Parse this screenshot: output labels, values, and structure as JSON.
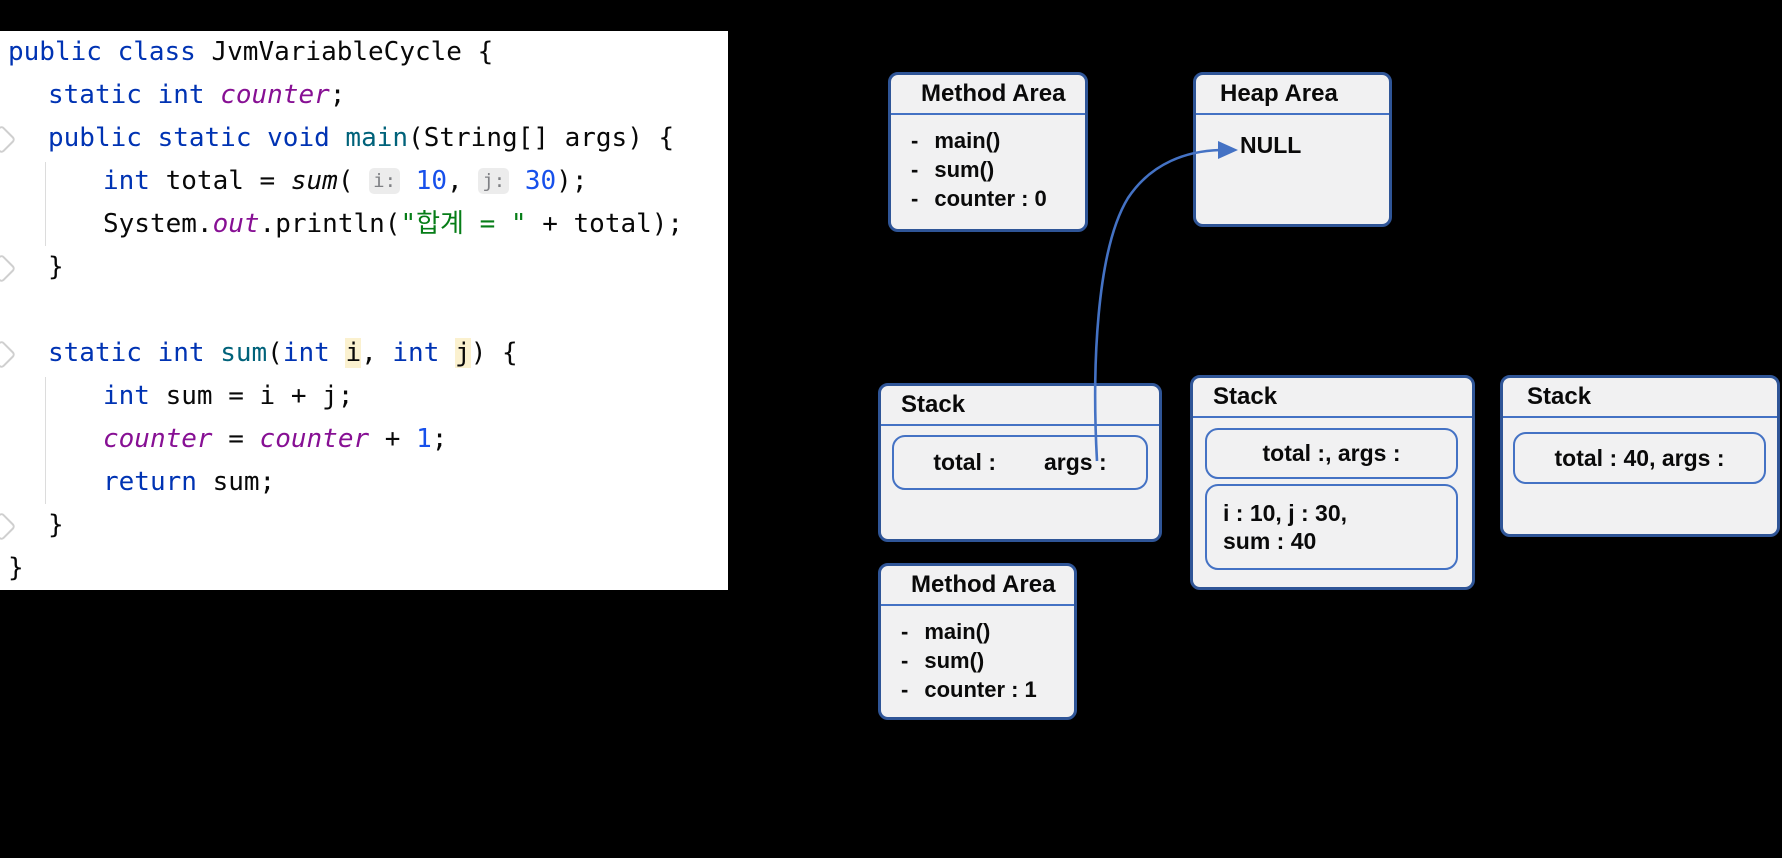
{
  "editor": {
    "lines": [
      {
        "indent": 0,
        "tokens": [
          [
            "kw",
            "public class "
          ],
          [
            "plain",
            "JvmVariableCycle {"
          ]
        ]
      },
      {
        "indent": 1,
        "tokens": [
          [
            "kw",
            "static int "
          ],
          [
            "field",
            "counter"
          ],
          [
            "plain",
            ";"
          ]
        ]
      },
      {
        "indent": 1,
        "tokens": [
          [
            "kw",
            "public static void "
          ],
          [
            "method",
            "main"
          ],
          [
            "plain",
            "(String[] args) {"
          ]
        ]
      },
      {
        "indent": 2,
        "tokens": [
          [
            "kw",
            "int "
          ],
          [
            "plain",
            "total = "
          ],
          [
            "call",
            "sum"
          ],
          [
            "plain",
            "( "
          ],
          [
            "chip",
            "i:"
          ],
          [
            "plain",
            " "
          ],
          [
            "num",
            "10"
          ],
          [
            "plain",
            ", "
          ],
          [
            "chip",
            "j:"
          ],
          [
            "plain",
            " "
          ],
          [
            "num",
            "30"
          ],
          [
            "plain",
            ");"
          ]
        ]
      },
      {
        "indent": 2,
        "tokens": [
          [
            "plain",
            "System."
          ],
          [
            "field",
            "out"
          ],
          [
            "plain",
            ".println("
          ],
          [
            "str",
            "\"합계 = \""
          ],
          [
            "plain",
            " + total);"
          ]
        ]
      },
      {
        "indent": 1,
        "tokens": [
          [
            "plain",
            "}"
          ]
        ]
      },
      {
        "indent": 1,
        "tokens": []
      },
      {
        "indent": 1,
        "tokens": [
          [
            "kw",
            "static int "
          ],
          [
            "method",
            "sum"
          ],
          [
            "plain",
            "("
          ],
          [
            "kw",
            "int "
          ],
          [
            "hl",
            "i"
          ],
          [
            "plain",
            ", "
          ],
          [
            "kw",
            "int "
          ],
          [
            "hl",
            "j"
          ],
          [
            "plain",
            ") {"
          ]
        ]
      },
      {
        "indent": 2,
        "tokens": [
          [
            "kw",
            "int "
          ],
          [
            "plain",
            "sum = i + j;"
          ]
        ]
      },
      {
        "indent": 2,
        "tokens": [
          [
            "field",
            "counter"
          ],
          [
            "plain",
            " = "
          ],
          [
            "field",
            "counter"
          ],
          [
            "plain",
            " + "
          ],
          [
            "num",
            "1"
          ],
          [
            "plain",
            ";"
          ]
        ]
      },
      {
        "indent": 2,
        "tokens": [
          [
            "kw",
            "return "
          ],
          [
            "plain",
            "sum;"
          ]
        ]
      },
      {
        "indent": 1,
        "tokens": [
          [
            "plain",
            "}"
          ]
        ]
      },
      {
        "indent": 0,
        "tokens": [
          [
            "plain",
            "}"
          ]
        ]
      }
    ]
  },
  "diagram": {
    "method_area_top": {
      "title": "Method Area",
      "items": [
        "main()",
        "sum()",
        "counter : 0"
      ]
    },
    "heap_area": {
      "title": "Heap Area",
      "value": "NULL"
    },
    "stack_first": {
      "title": "Stack",
      "frame_total": "total :",
      "frame_args": "args :"
    },
    "stack_second": {
      "title": "Stack",
      "frame_main": "total :, args :",
      "frame_sum_line1": "i : 10,  j : 30,",
      "frame_sum_line2": "sum : 40"
    },
    "stack_third": {
      "title": "Stack",
      "frame_main": "total : 40, args :"
    },
    "method_area_bottom": {
      "title": "Method Area",
      "items": [
        "main()",
        "sum()",
        "counter : 1"
      ]
    }
  },
  "colors": {
    "background": "#000000",
    "box_fill": "#F1F1F2",
    "box_border": "#2F5597",
    "inner_border": "#4472C4",
    "arrow": "#4472C4",
    "keyword": "#0033B3",
    "static_field": "#871094",
    "method_decl": "#00627A",
    "number": "#1750EB",
    "string": "#067D17"
  }
}
